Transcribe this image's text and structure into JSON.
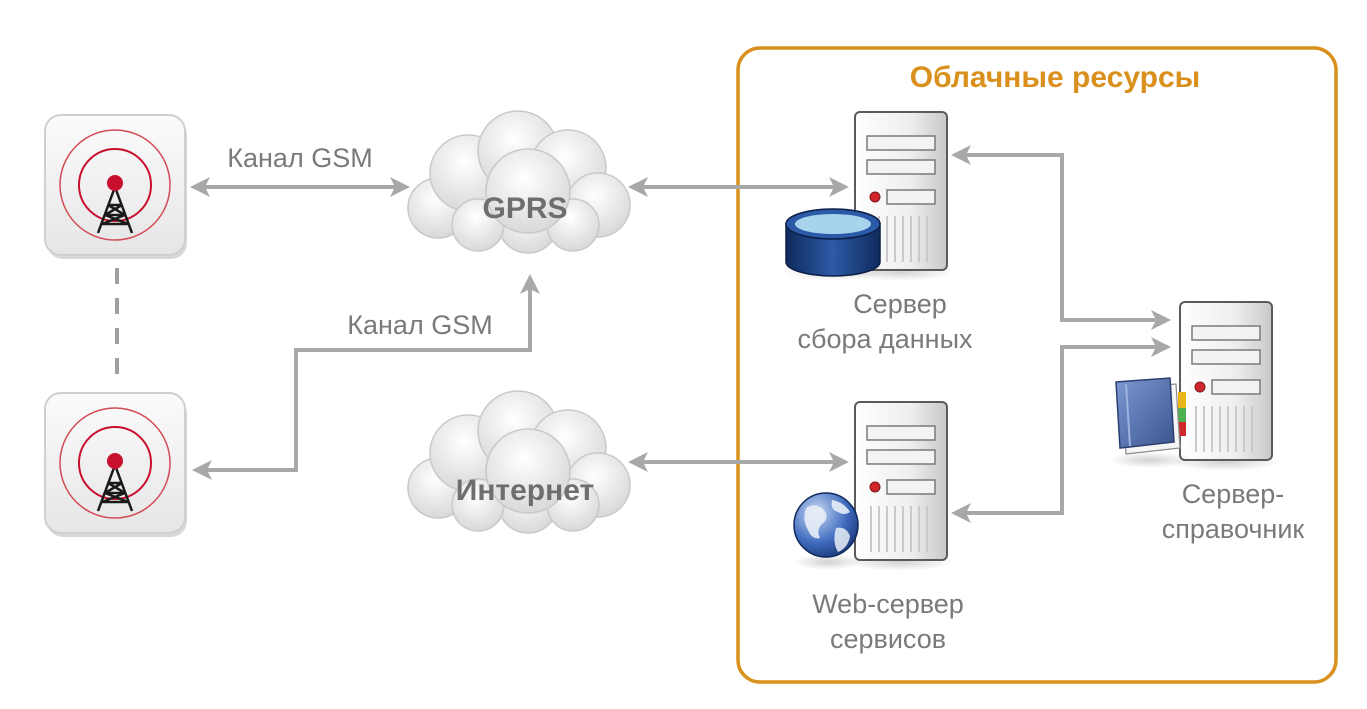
{
  "cloud_group": {
    "title": "Облачные ресурсы",
    "border_color": "#d9901c"
  },
  "clouds": {
    "gprs": "GPRS",
    "internet": "Интернет"
  },
  "links": {
    "gsm_top": "Канал GSM",
    "gsm_bottom": "Канал GSM"
  },
  "servers": {
    "data_collection": {
      "line1": "Сервер",
      "line2": "сбора данных",
      "icon": "database-icon"
    },
    "web": {
      "line1": "Web-сервер",
      "line2": "сервисов",
      "icon": "globe-icon"
    },
    "reference": {
      "line1": "Сервер-",
      "line2": "справочник",
      "icon": "book-icon"
    }
  },
  "devices": {
    "icon": "radio-tower-icon",
    "accent_color": "#c8102e"
  }
}
